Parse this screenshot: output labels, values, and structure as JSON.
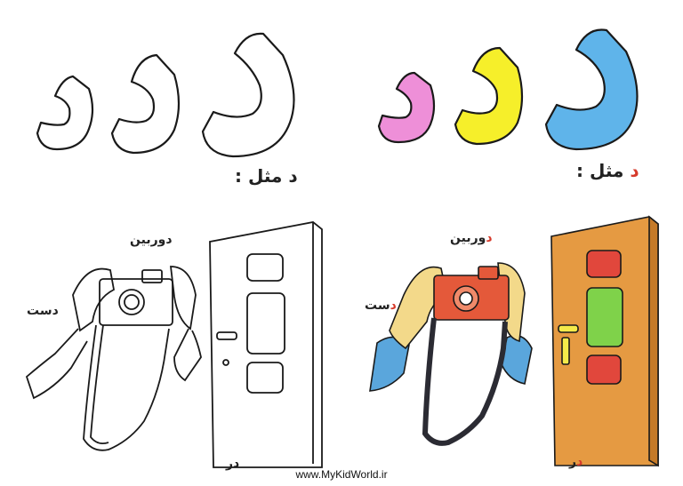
{
  "header": {
    "example_prefix": "د",
    "example_text": " مثل :"
  },
  "words": {
    "camera": "دوربین",
    "camera_first_letter": "د",
    "camera_rest": "وربین",
    "hand": "دست",
    "hand_first_letter": "د",
    "hand_rest": "ست",
    "door": "در",
    "door_first_letter": "د",
    "door_rest": "ر"
  },
  "footer": {
    "website": "www.MyKidWorld.ir"
  },
  "colors": {
    "letter_small": "#ee8fd8",
    "letter_medium": "#f6ef2a",
    "letter_large": "#5fb4ea",
    "door": "#e59a42",
    "door_panel_top": "#e1473c",
    "door_panel_middle": "#7fd24a",
    "door_panel_bottom": "#e1473c",
    "camera": "#e4593a",
    "sleeve": "#5aa6dc",
    "skin": "#f3d98a",
    "letter_highlight": "#d63a2b"
  }
}
